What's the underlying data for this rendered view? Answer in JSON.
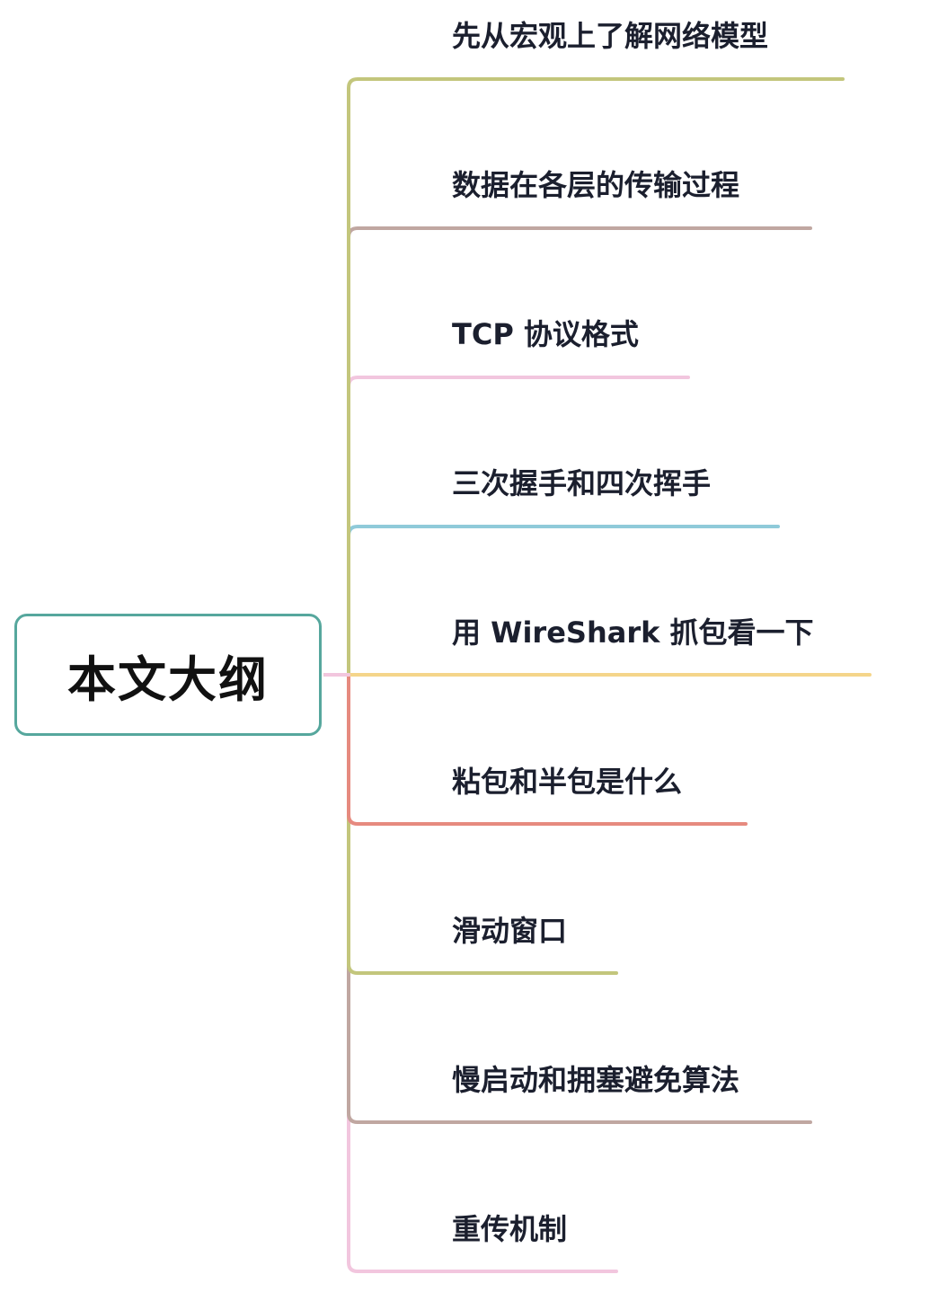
{
  "root": {
    "label": "本文大纲",
    "border_color": "#56a79d"
  },
  "topics": [
    {
      "label": "先从宏观上了解网络模型",
      "color": "#c3c67c"
    },
    {
      "label": "数据在各层的传输过程",
      "color": "#c0a7a1"
    },
    {
      "label": "TCP 协议格式",
      "color": "#f2c6de"
    },
    {
      "label": "三次握手和四次挥手",
      "color": "#8fcad9"
    },
    {
      "label": "用 WireShark 抓包看一下",
      "color": "#f5d58a"
    },
    {
      "label": "粘包和半包是什么",
      "color": "#e68a7f"
    },
    {
      "label": "滑动窗口",
      "color": "#c3c67c"
    },
    {
      "label": "慢启动和拥塞避免算法",
      "color": "#c0a7a1"
    },
    {
      "label": "重传机制",
      "color": "#f2c6de"
    }
  ]
}
